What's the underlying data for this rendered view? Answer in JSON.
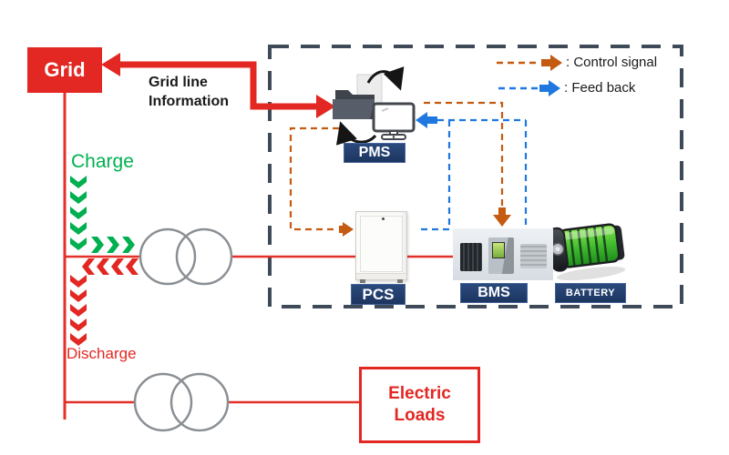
{
  "diagram": {
    "grid_box": {
      "label": "Grid"
    },
    "grid_line_info": {
      "line1": "Grid line",
      "line2": "Information"
    },
    "charge_flow": {
      "label": "Charge"
    },
    "discharge_flow": {
      "label": "Discharge"
    },
    "ess_box": {
      "legend": {
        "control_signal": ": Control signal",
        "feed_back": ": Feed back"
      },
      "pms": {
        "label": "PMS"
      },
      "pcs": {
        "label": "PCS"
      },
      "bms": {
        "label": "BMS"
      },
      "battery": {
        "label": "BATTERY"
      }
    },
    "electric_loads": {
      "line1": "Electric",
      "line2": "Loads"
    }
  },
  "icons": {
    "pms_icon": "folder-monitor-sync",
    "pcs_icon": "inverter-cabinet",
    "bms_icon": "plc-modules",
    "battery_icon": "green-battery",
    "transformer_icon": "two-overlapping-circles"
  },
  "colors": {
    "red": "#e32722",
    "green": "#00b050",
    "control_orange": "#c55a11",
    "feedback_blue": "#1e78e0",
    "label_navy": "#1f3864",
    "dashed_border": "#3e4a57",
    "transformer_gray": "#8a8f94"
  }
}
